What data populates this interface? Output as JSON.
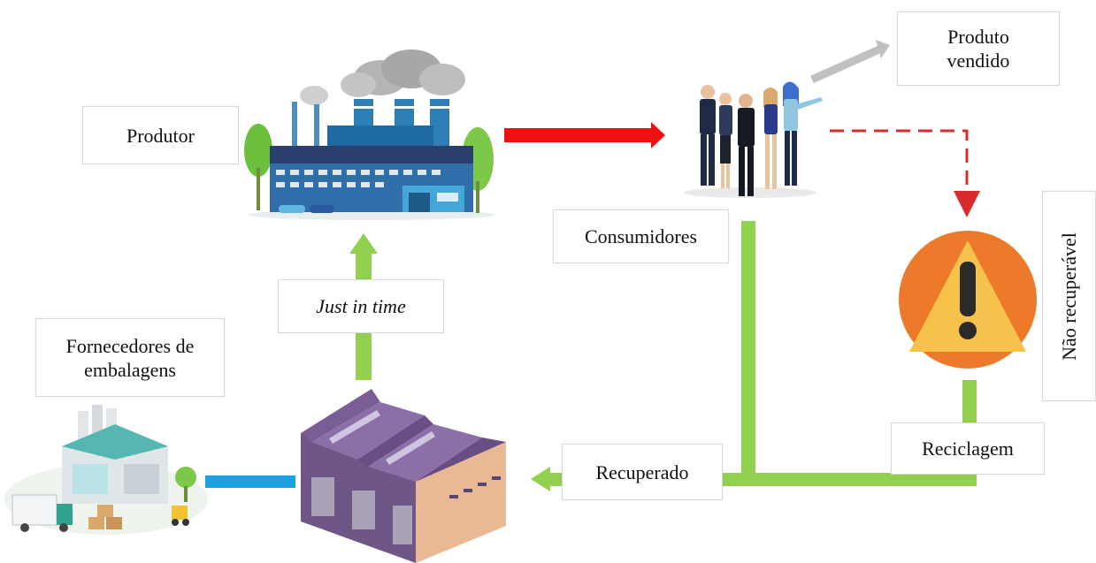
{
  "labels": {
    "produtor": "Produtor",
    "produto_line1": "Produto",
    "produto_line2": "vendido",
    "consumidores": "Consumidores",
    "just_in_time": "Just in time",
    "fornecedores_line1": "Fornecedores de",
    "fornecedores_line2": "embalagens",
    "recuperado": "Recuperado",
    "reciclagem": "Reciclagem",
    "nao_recuperavel": "Não recuperável"
  },
  "colors": {
    "green_flow": "#92d050",
    "red_arrow": "#ee1111",
    "red_dashed": "#d92b2b",
    "gray_arrow": "#c0c0c0",
    "blue_link": "#1aa3e0",
    "warning_orange": "#ec7a2a",
    "warning_triangle": "#f7c24b"
  },
  "icons": [
    "factory-icon",
    "consumers-group-icon",
    "warning-icon",
    "warehouse-icon",
    "packaging-supplier-icon"
  ]
}
